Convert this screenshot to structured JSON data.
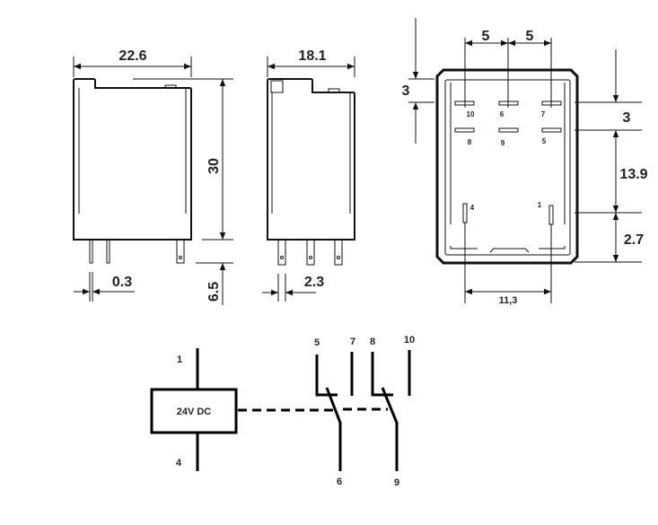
{
  "dimensions": {
    "front_width": "22.6",
    "height": "30",
    "pin_length": "6.5",
    "pin_thickness": "0.3",
    "side_width": "18.1",
    "side_pin_width": "2.3",
    "pin_pitch_left": "5",
    "pin_pitch_right": "5",
    "top_offset": "3",
    "row_spacing": "3",
    "coil_pin_offset": "13.9",
    "bottom_offset": "2.7",
    "coil_pin_spacing": "11,3"
  },
  "bottom_view_pins": {
    "row1": [
      "10",
      "6",
      "7"
    ],
    "row2": [
      "8",
      "9",
      "5"
    ],
    "coil": [
      "4",
      "1"
    ]
  },
  "schematic": {
    "coil_label": "24V DC",
    "coil_pin_top": "1",
    "coil_pin_bottom": "4",
    "contact1": {
      "nc": "5",
      "no": "7",
      "common": "6"
    },
    "contact2": {
      "nc": "8",
      "no": "10",
      "common": "9"
    }
  }
}
